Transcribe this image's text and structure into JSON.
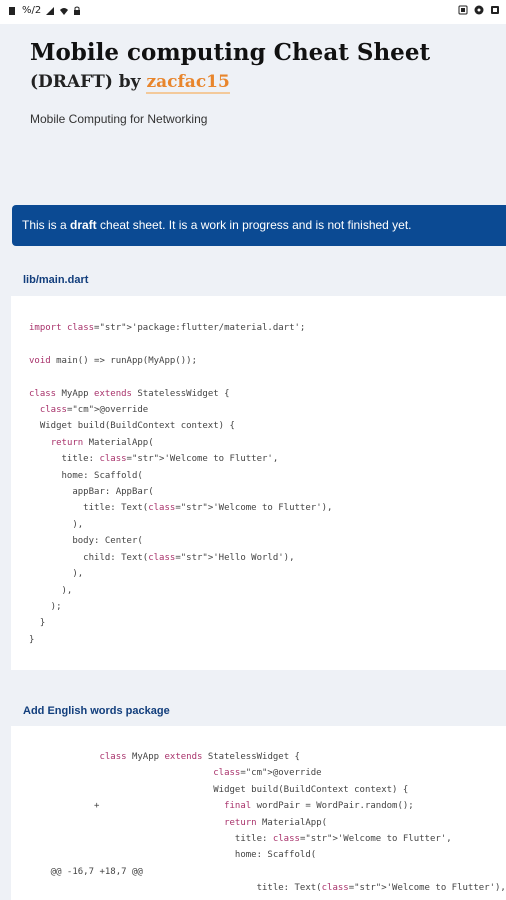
{
  "header": {
    "title": "Mobile computing Cheat Sheet",
    "draft_prefix": "(DRAFT) by ",
    "author": "zacfac15",
    "description": "Mobile Computing for Networking"
  },
  "notice": {
    "pre": "This is a ",
    "bold": "draft",
    "post": " cheat sheet. It is a work in progress and is not finished yet."
  },
  "sections": [
    {
      "title": "lib/main.dart",
      "code_lines": [
        "import 'package:flutter/material.dart';",
        "",
        "void main() => runApp(MyApp());",
        "",
        "class MyApp extends StatelessWidget {",
        "  @override",
        "  Widget build(BuildContext context) {",
        "    return MaterialApp(",
        "      title: 'Welcome to Flutter',",
        "      home: Scaffold(",
        "        appBar: AppBar(",
        "          title: Text('Welcome to Flutter'),",
        "        ),",
        "        body: Center(",
        "          child: Text('Hello World'),",
        "        ),",
        "      ),",
        "    );",
        "  }",
        "}"
      ]
    },
    {
      "title": "Add English words package",
      "code_lines": [
        "             class MyApp extends StatelessWidget {",
        "                                  @override",
        "                                  Widget build(BuildContext context) {",
        "            +                       final wordPair = WordPair.random();",
        "                                    return MaterialApp(",
        "                                      title: 'Welcome to Flutter',",
        "                                      home: Scaffold(",
        "    @@ -16,7 +18,7 @@",
        "                                          title: Text('Welcome to Flutter'),"
      ]
    }
  ],
  "status": {
    "left_text": "%/2",
    "right_icons": [
      "battery-icon",
      "alarm-icon",
      "notification-icon"
    ]
  }
}
